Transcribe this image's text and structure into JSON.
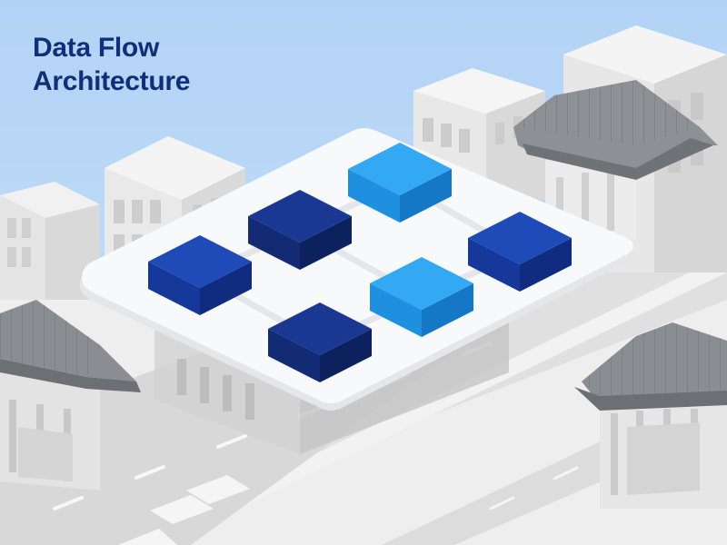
{
  "title": {
    "line1": "Data Flow",
    "line2": "Architecture"
  },
  "colors": {
    "sky": "#b6d6f6",
    "title": "#0f2f78",
    "platform": "#f7f8fa",
    "block_royal": "#1a3e9e",
    "block_navy": "#163082",
    "block_cyan": "#2a9ff0",
    "building": "#e6e6e6",
    "roof": "#8a8d91"
  },
  "nodes": [
    {
      "id": "royal-1",
      "shade": "royal"
    },
    {
      "id": "navy-1",
      "shade": "navy"
    },
    {
      "id": "cyan-1",
      "shade": "cyan"
    },
    {
      "id": "royal-2",
      "shade": "royal"
    },
    {
      "id": "cyan-2",
      "shade": "cyan"
    },
    {
      "id": "navy-2",
      "shade": "navy"
    }
  ],
  "connections": [
    [
      "royal-1",
      "navy-1"
    ],
    [
      "royal-1",
      "navy-2"
    ],
    [
      "navy-1",
      "cyan-1"
    ],
    [
      "navy-1",
      "cyan-2"
    ],
    [
      "cyan-1",
      "royal-2"
    ],
    [
      "cyan-2",
      "royal-2"
    ],
    [
      "navy-2",
      "cyan-2"
    ]
  ]
}
